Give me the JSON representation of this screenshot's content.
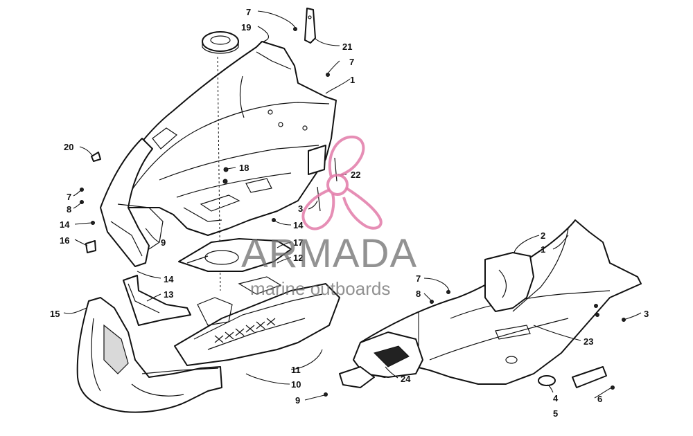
{
  "watermark": {
    "brand": "ARMADA",
    "tagline": "marine outboards",
    "logo_icon": "propeller-logo-icon",
    "logo_color": "#e27aa8",
    "text_color": "#6e6e6e"
  },
  "callouts": {
    "c7a": "7",
    "c19": "19",
    "c21": "21",
    "c7b": "7",
    "c1a": "1",
    "c20": "20",
    "c18": "18",
    "c22": "22",
    "c7c": "7",
    "c8a": "8",
    "c14a": "14",
    "c16": "16",
    "c9a": "9",
    "c3a": "3",
    "c14b": "14",
    "c17": "17",
    "c12": "12",
    "c14c": "14",
    "c13": "13",
    "c15": "15",
    "c11": "11",
    "c10": "10",
    "c2": "2",
    "c1b": "1",
    "c7d": "7",
    "c8b": "8",
    "c3b": "3",
    "c23": "23",
    "c24": "24",
    "c9b": "9",
    "c4": "4",
    "c5": "5",
    "c6": "6"
  }
}
